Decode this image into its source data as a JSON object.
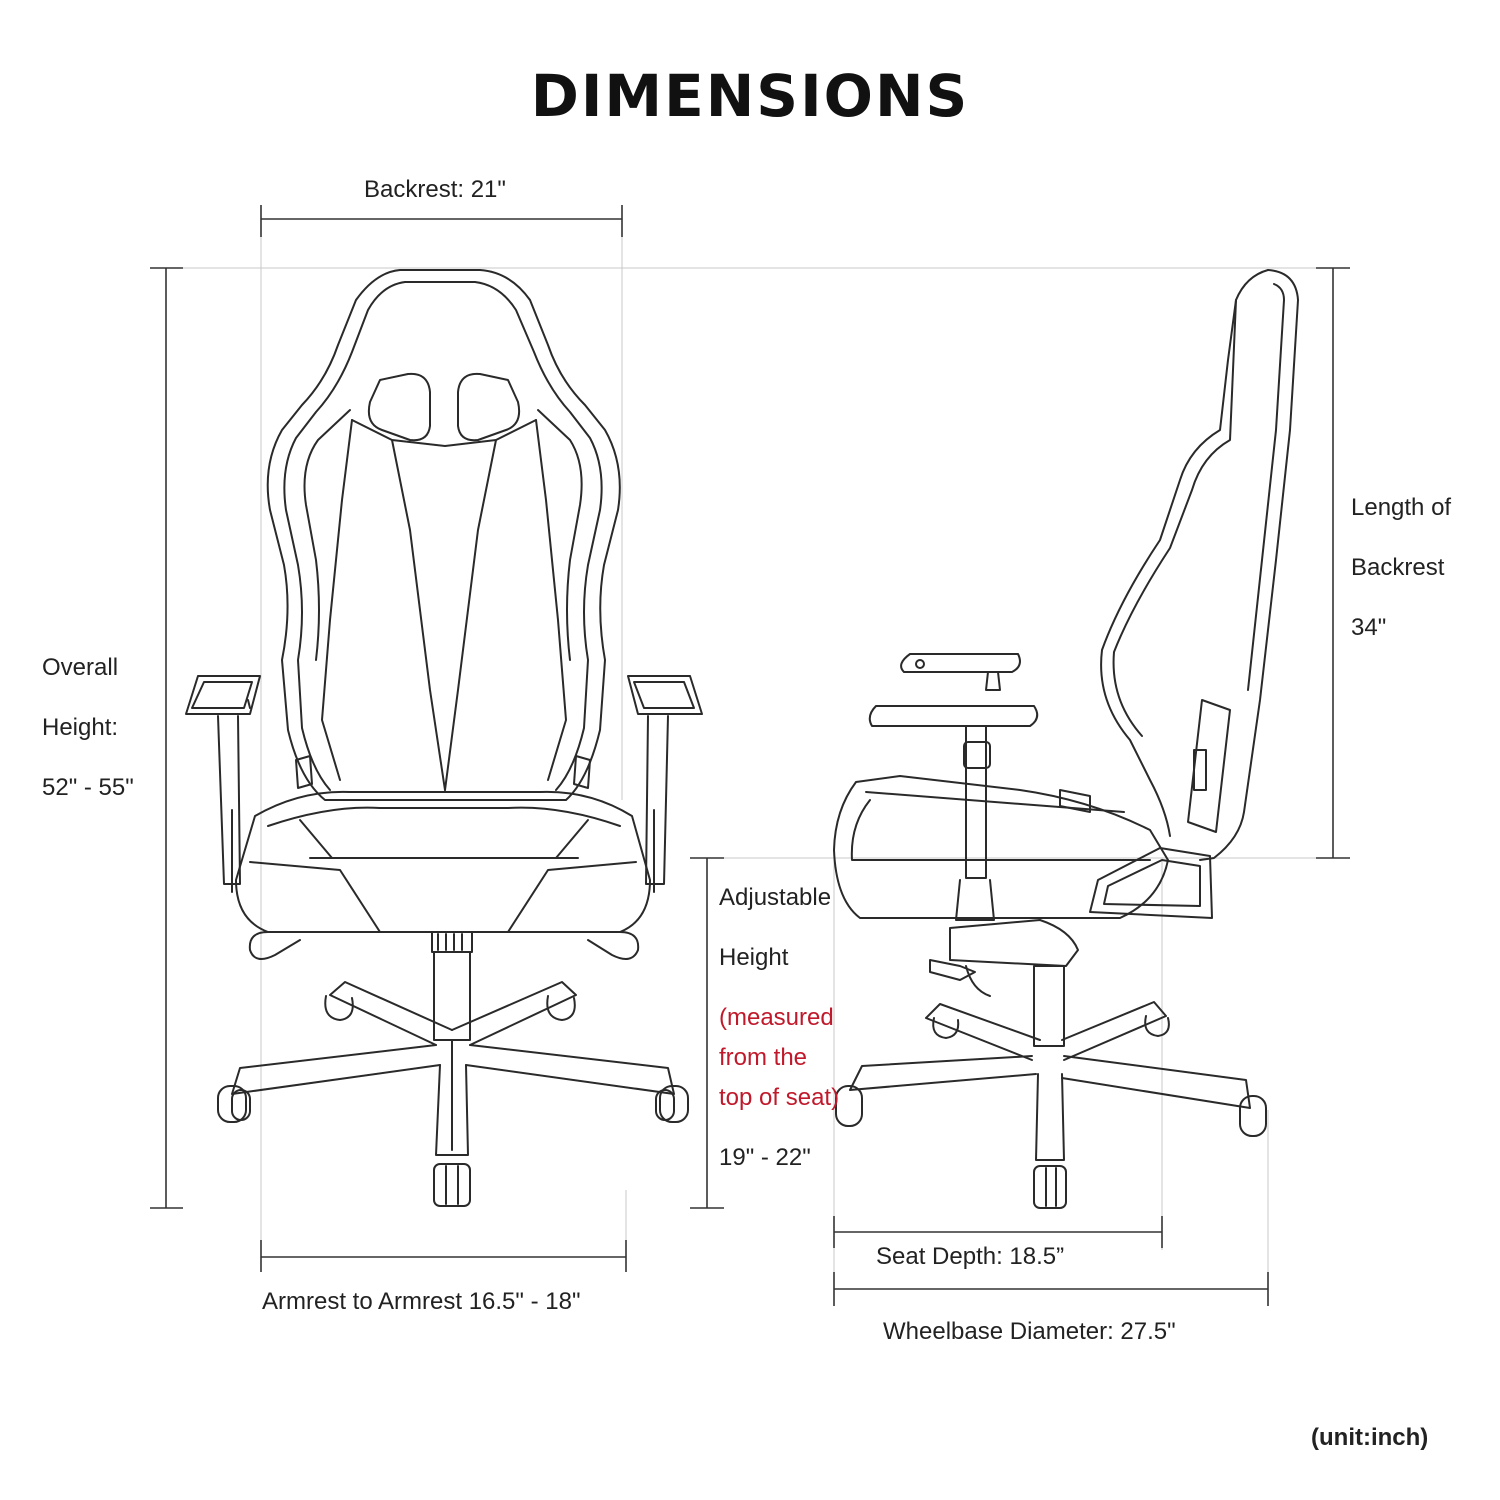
{
  "title": "DIMENSIONS",
  "front": {
    "backrest": "Backrest: 21\"",
    "overall_line1": "Overall",
    "overall_line2": "Height:",
    "overall_line3": "52\" - 55\"",
    "armrest": "Armrest to Armrest 16.5\" - 18\""
  },
  "adjustable": {
    "line1": "Adjustable",
    "line2": "Height",
    "note1": "(measured",
    "note2": "from the",
    "note3": "top of seat)",
    "value": "19\" - 22\""
  },
  "side": {
    "backrest_length_line1": "Length of",
    "backrest_length_line2": "Backrest",
    "backrest_length_line3": "34\"",
    "seat_depth": "Seat Depth: 18.5”",
    "wheelbase": "Wheelbase Diameter: 27.5\""
  },
  "unit": "(unit:inch)",
  "colors": {
    "line": "#222222",
    "guide": "#bbbbbb",
    "note": "#c0192b"
  }
}
